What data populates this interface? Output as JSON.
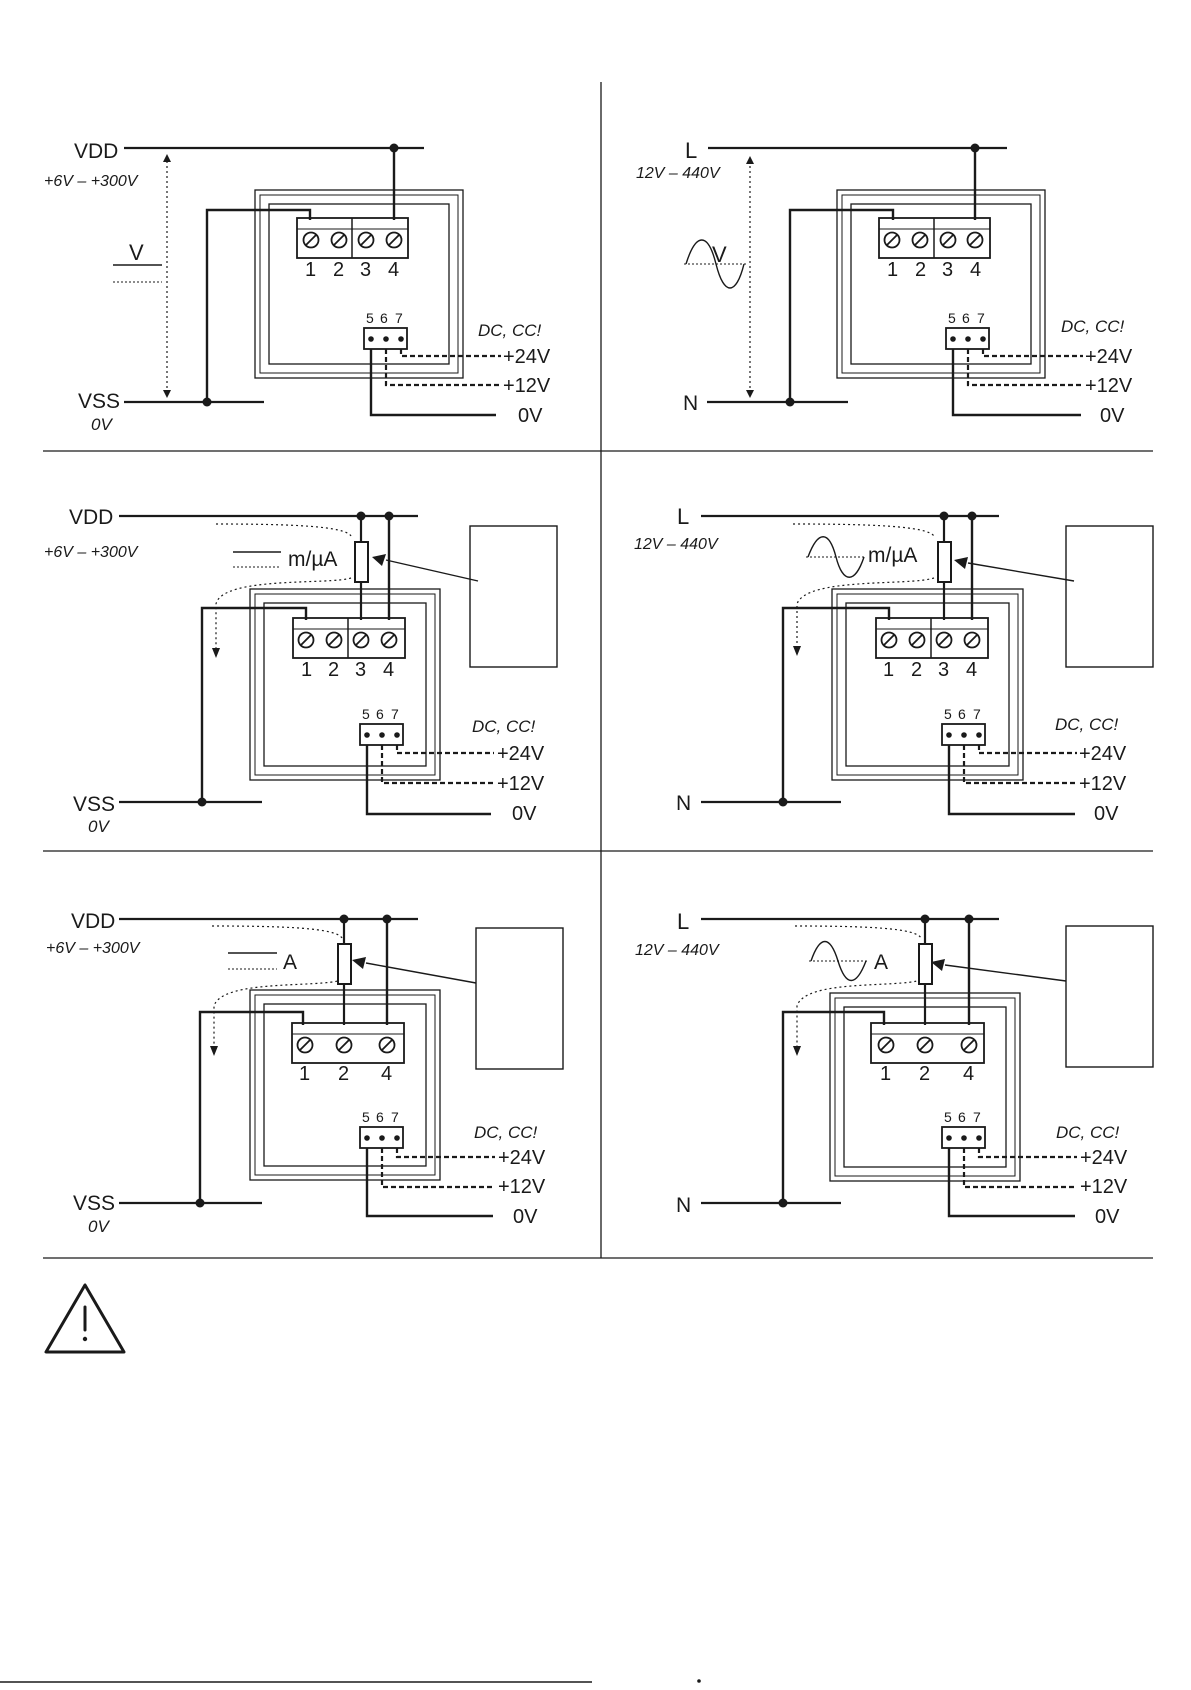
{
  "common": {
    "terminal_block_aux": [
      "5",
      "6",
      "7"
    ],
    "supply_type": "DC, CC!",
    "supply_levels": [
      "+24V",
      "+12V",
      "0V"
    ],
    "warning_icon": "warning-triangle-icon"
  },
  "panels": [
    {
      "id": "dc-voltage",
      "top_rail": "VDD",
      "range": "+6V – +300V",
      "bottom_rail": "VSS",
      "bottom_value": "0V",
      "measure_label": "V",
      "signal": "dc",
      "terminals": [
        "1",
        "2",
        "3",
        "4"
      ]
    },
    {
      "id": "ac-voltage",
      "top_rail": "L",
      "range": "12V – 440V",
      "bottom_rail": "N",
      "bottom_value": "",
      "measure_label": "V",
      "signal": "ac",
      "terminals": [
        "1",
        "2",
        "3",
        "4"
      ]
    },
    {
      "id": "dc-microamp",
      "top_rail": "VDD",
      "range": "+6V – +300V",
      "bottom_rail": "VSS",
      "bottom_value": "0V",
      "measure_label": "m/µA",
      "signal": "dc",
      "terminals": [
        "1",
        "2",
        "3",
        "4"
      ]
    },
    {
      "id": "ac-microamp",
      "top_rail": "L",
      "range": "12V – 440V",
      "bottom_rail": "N",
      "bottom_value": "",
      "measure_label": "m/µA",
      "signal": "ac",
      "terminals": [
        "1",
        "2",
        "3",
        "4"
      ]
    },
    {
      "id": "dc-amp",
      "top_rail": "VDD",
      "range": "+6V – +300V",
      "bottom_rail": "VSS",
      "bottom_value": "0V",
      "measure_label": "A",
      "signal": "dc",
      "terminals": [
        "1",
        "2",
        "4"
      ]
    },
    {
      "id": "ac-amp",
      "top_rail": "L",
      "range": "12V – 440V",
      "bottom_rail": "N",
      "bottom_value": "",
      "measure_label": "A",
      "signal": "ac",
      "terminals": [
        "1",
        "2",
        "4"
      ]
    }
  ]
}
